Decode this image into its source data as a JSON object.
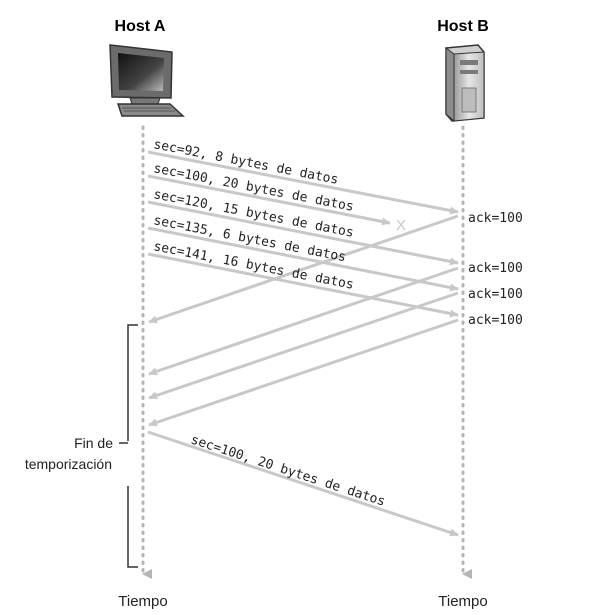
{
  "hosts": {
    "a": {
      "title": "Host A",
      "time_label": "Tiempo"
    },
    "b": {
      "title": "Host B",
      "time_label": "Tiempo"
    }
  },
  "timeout": {
    "line1": "Fin de",
    "line2": "temporización"
  },
  "segments": [
    {
      "label": "sec=92, 8 bytes de datos"
    },
    {
      "label": "sec=100, 20 bytes de datos"
    },
    {
      "label": "sec=120, 15 bytes de datos"
    },
    {
      "label": "sec=135, 6 bytes de datos"
    },
    {
      "label": "sec=141, 16 bytes de datos"
    },
    {
      "label": "sec=100, 20 bytes de datos"
    }
  ],
  "acks": [
    {
      "label": "ack=100"
    },
    {
      "label": "ack=100"
    },
    {
      "label": "ack=100"
    },
    {
      "label": "ack=100"
    }
  ],
  "lost_marker": "X",
  "colors": {
    "arrow": "#c8c8c8",
    "timeline": "#b5b5b5",
    "bracket": "#333333",
    "text": "#222222"
  }
}
